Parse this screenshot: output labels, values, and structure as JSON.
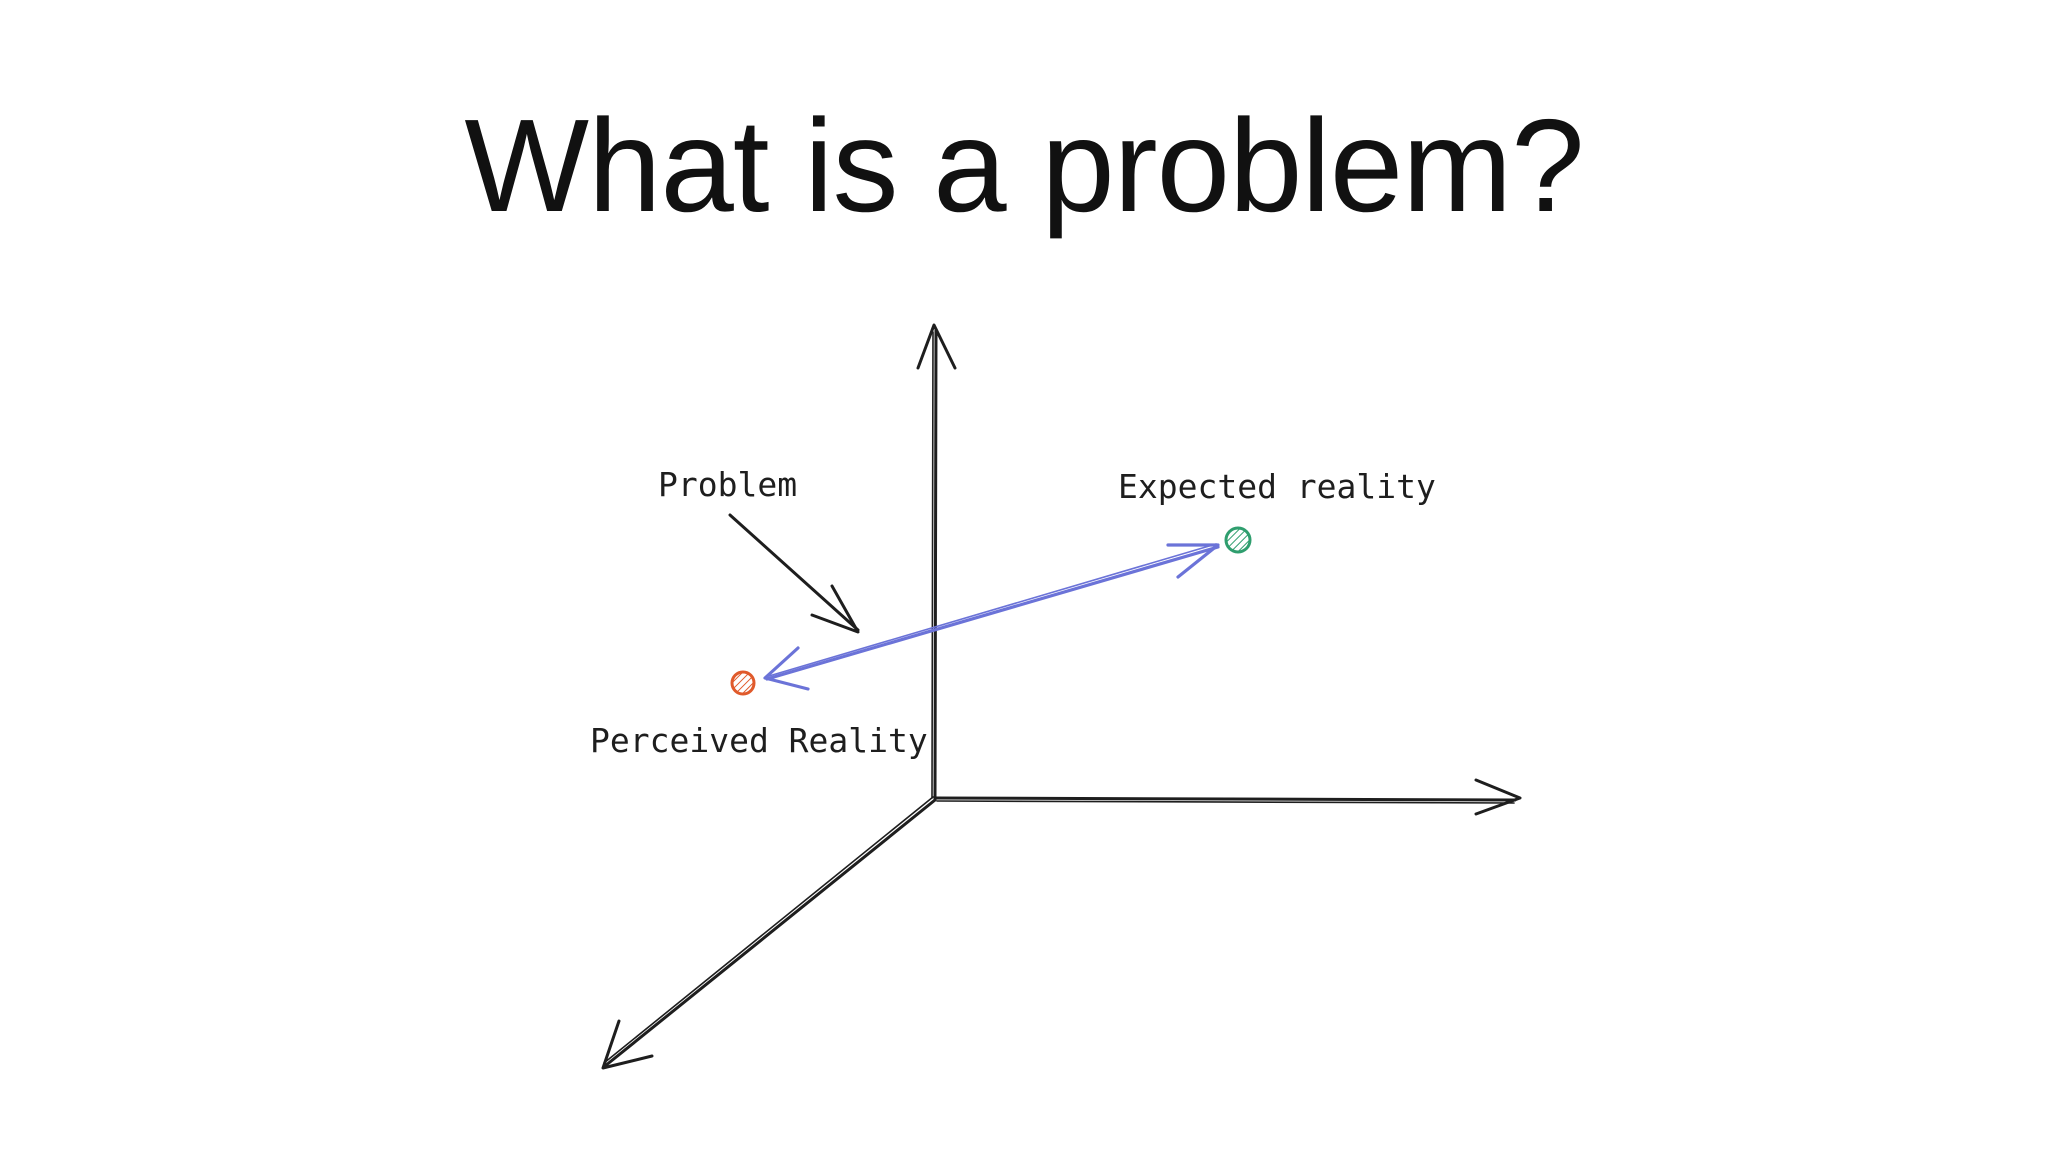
{
  "slide": {
    "title": "What is a problem?"
  },
  "diagram": {
    "labels": {
      "problem": "Problem",
      "expected_reality": "Expected reality",
      "perceived_reality": "Perceived Reality"
    },
    "colors": {
      "background": "#ffffff",
      "axis": "#1e1e1e",
      "gap_arrow": "#6b73d8",
      "expected_point": "#2f9e6e",
      "perceived_point": "#e05a2b"
    }
  }
}
